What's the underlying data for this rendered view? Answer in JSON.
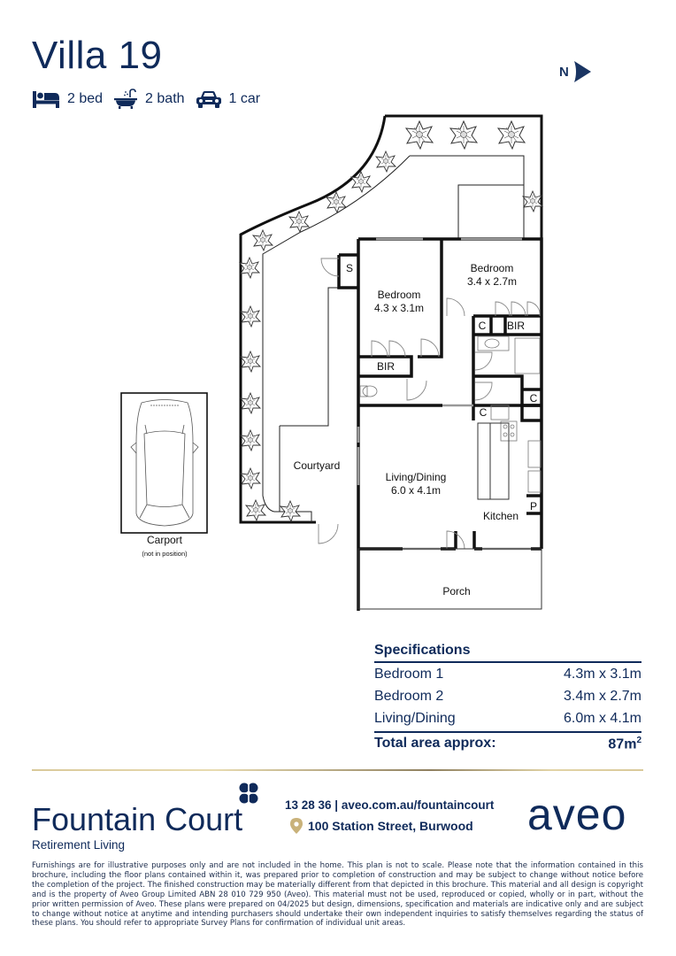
{
  "header": {
    "title": "Villa 19",
    "features": [
      {
        "icon": "bed-icon",
        "label": "2 bed"
      },
      {
        "icon": "bath-icon",
        "label": "2 bath"
      },
      {
        "icon": "car-icon",
        "label": "1 car"
      }
    ],
    "north_label": "N"
  },
  "floorplan": {
    "rooms": [
      {
        "name": "Bedroom",
        "dims": "4.3 x 3.1m"
      },
      {
        "name": "Bedroom",
        "dims": "3.4 x 2.7m"
      },
      {
        "name": "Living/Dining",
        "dims": "6.0 x 4.1m"
      },
      {
        "name": "Kitchen"
      },
      {
        "name": "Courtyard"
      },
      {
        "name": "Porch"
      }
    ],
    "labels": {
      "storage": "S",
      "bir_1": "BIR",
      "bir_2": "BIR",
      "cupboard": "C",
      "pantry": "P"
    },
    "carport": {
      "label": "Carport",
      "note": "(not in position)"
    }
  },
  "specifications": {
    "title": "Specifications",
    "rows": [
      {
        "room": "Bedroom 1",
        "size": "4.3m x 3.1m"
      },
      {
        "room": "Bedroom 2",
        "size": "3.4m x 2.7m"
      },
      {
        "room": "Living/Dining",
        "size": "6.0m x 4.1m"
      }
    ],
    "total_label": "Total area approx:",
    "total_value": "87m",
    "total_unit_sup": "2"
  },
  "footer": {
    "brand_name": "Fountain Court",
    "brand_sub": "Retirement Living",
    "contact": "13 28 36 | aveo.com.au/fountaincourt",
    "address": "100 Station Street, Burwood",
    "company_logo": "aveo",
    "disclaimer": "Furnishings are for illustrative purposes only and are not included in the home. This plan is not to scale. Please note that the information contained in this brochure, including the floor plans contained within it, was prepared prior to completion of construction and may be subject to change without notice before the completion of the project. The finished construction may be materially different from that depicted in this brochure. This material and all design is copyright and is the property of Aveo Group Limited ABN 28 010 729 950 (Aveo). This material must not be used, reproduced or copied, wholly or in part, without the prior written permission of Aveo. These plans were prepared on 04/2025 but design, dimensions, specification and materials are indicative only and are subject to change without notice at anytime and intending purchasers should undertake their own independent inquiries to satisfy themselves regarding the status of these plans. You should refer to appropriate Survey Plans for confirmation of individual unit areas."
  },
  "colors": {
    "navy": "#0f2a5a",
    "gold": "#c9b27a"
  }
}
